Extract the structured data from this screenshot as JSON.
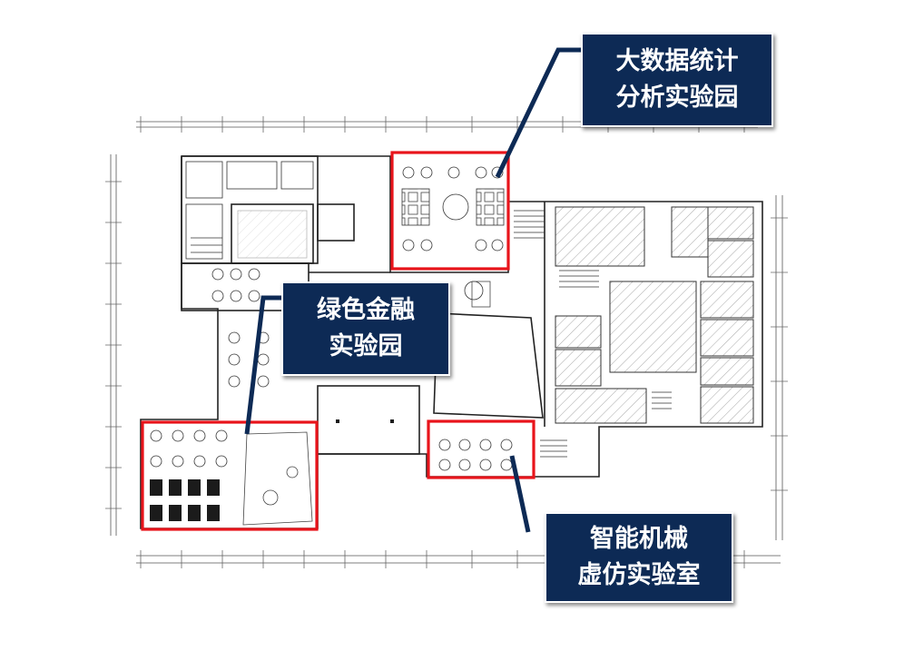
{
  "diagram": {
    "kind": "annotated floor plan",
    "callouts": [
      {
        "id": "bigdata",
        "lines": [
          "大数据统计",
          "分析实验园"
        ]
      },
      {
        "id": "green",
        "lines": [
          "绿色金融",
          "实验园"
        ]
      },
      {
        "id": "smart",
        "lines": [
          "智能机械",
          "虚仿实验室"
        ]
      }
    ],
    "colors": {
      "callout_bg": "#0d2a55",
      "callout_text": "#ffffff",
      "highlight": "#e8141b",
      "leader": "#0d2a55",
      "linework": "#222222",
      "hatch": "#9a9a9a"
    }
  }
}
